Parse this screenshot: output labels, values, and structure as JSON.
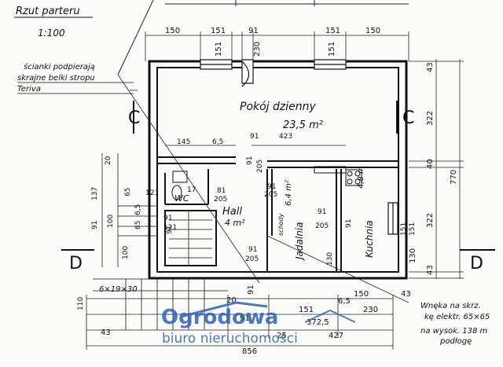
{
  "plan": {
    "title": "Rzut parteru",
    "scale": "1:100",
    "note": [
      "ścianki podpierają",
      "skrajne belki stropu",
      "Teriva"
    ],
    "rooms": {
      "living": {
        "name": "Pokój dzienny",
        "area": "23,5 m²"
      },
      "hall": {
        "name": "Hall",
        "area": "4 m²"
      },
      "wc": {
        "name": "WC"
      },
      "dining": {
        "name": "Jadalnia",
        "area": "6,4 m²"
      },
      "kitchen": {
        "name": "Kuchnia",
        "area": "4,8 m"
      }
    },
    "stairs_label": "6×19×30",
    "stairs_note": "schody",
    "section_labels": {
      "c": "C",
      "d": "D"
    },
    "niche_note": [
      "Wnęka na skrz.",
      "kę elektr. 65×65",
      "na wysok. 138 m",
      "podłogę"
    ],
    "top_dims": [
      "150",
      "151",
      "151",
      "91",
      "230",
      "151",
      "151",
      "150"
    ],
    "right_dims": [
      "43",
      "322",
      "40",
      "770",
      "322",
      "130",
      "43"
    ],
    "left_dims": [
      "20",
      "137",
      "91",
      "121",
      "65",
      "100",
      "91",
      "65",
      "121",
      "100",
      "110"
    ],
    "inner_dims": [
      "145",
      "6,5",
      "91",
      "423",
      "91",
      "205",
      "91",
      "205",
      "81",
      "205",
      "91",
      "205",
      "91",
      "205",
      "130",
      "91",
      "151",
      "151",
      "17",
      "91",
      "6,5"
    ],
    "bottom_dims": [
      "20",
      "91",
      "151",
      "6,5",
      "150",
      "230",
      "43",
      "43",
      "91",
      "25",
      "372,5",
      "427",
      "856"
    ]
  },
  "watermark": {
    "brand": "Ogrodowa",
    "tagline": "biuro nieruchomości"
  }
}
